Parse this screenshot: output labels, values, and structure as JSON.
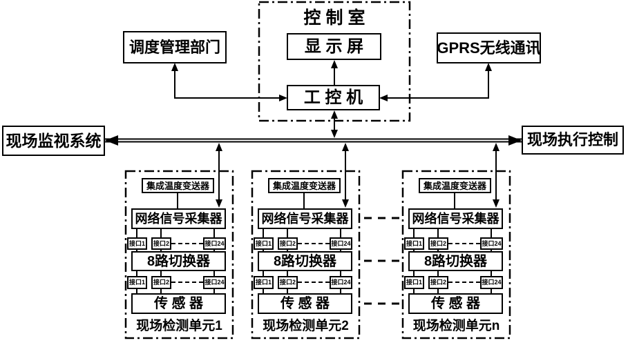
{
  "colors": {
    "line": "#000000",
    "background": "#ffffff"
  },
  "diagram": {
    "control_room": {
      "title": "控 制 室",
      "display": "显 示 屏",
      "ipc": "工 控 机"
    },
    "dispatch": "调度管理部门",
    "gprs": "GPRS无线通讯",
    "monitor": "现场监视系统",
    "executor": "现场执行控制",
    "units": [
      {
        "transmitter": "集成温度变送器",
        "collector": "网络信号采集器",
        "ports_top": [
          "接口1",
          "接口2",
          "接口24"
        ],
        "switcher": "8路切换器",
        "ports_bottom": [
          "接口1",
          "接口2",
          "接口24"
        ],
        "sensor": "传 感 器",
        "label": "现场检测单元1"
      },
      {
        "transmitter": "集成温度变送器",
        "collector": "网络信号采集器",
        "ports_top": [
          "接口1",
          "接口2",
          "接口24"
        ],
        "switcher": "8路切换器",
        "ports_bottom": [
          "接口1",
          "接口2",
          "接口24"
        ],
        "sensor": "传 感 器",
        "label": "现场检测单元2"
      },
      {
        "transmitter": "集成温度变送器",
        "collector": "网络信号采集器",
        "ports_top": [
          "接口1",
          "接口2",
          "接口24"
        ],
        "switcher": "8路切换器",
        "ports_bottom": [
          "接口1",
          "接口2",
          "接口24"
        ],
        "sensor": "传 感 器",
        "label": "现场检测单元n"
      }
    ]
  }
}
